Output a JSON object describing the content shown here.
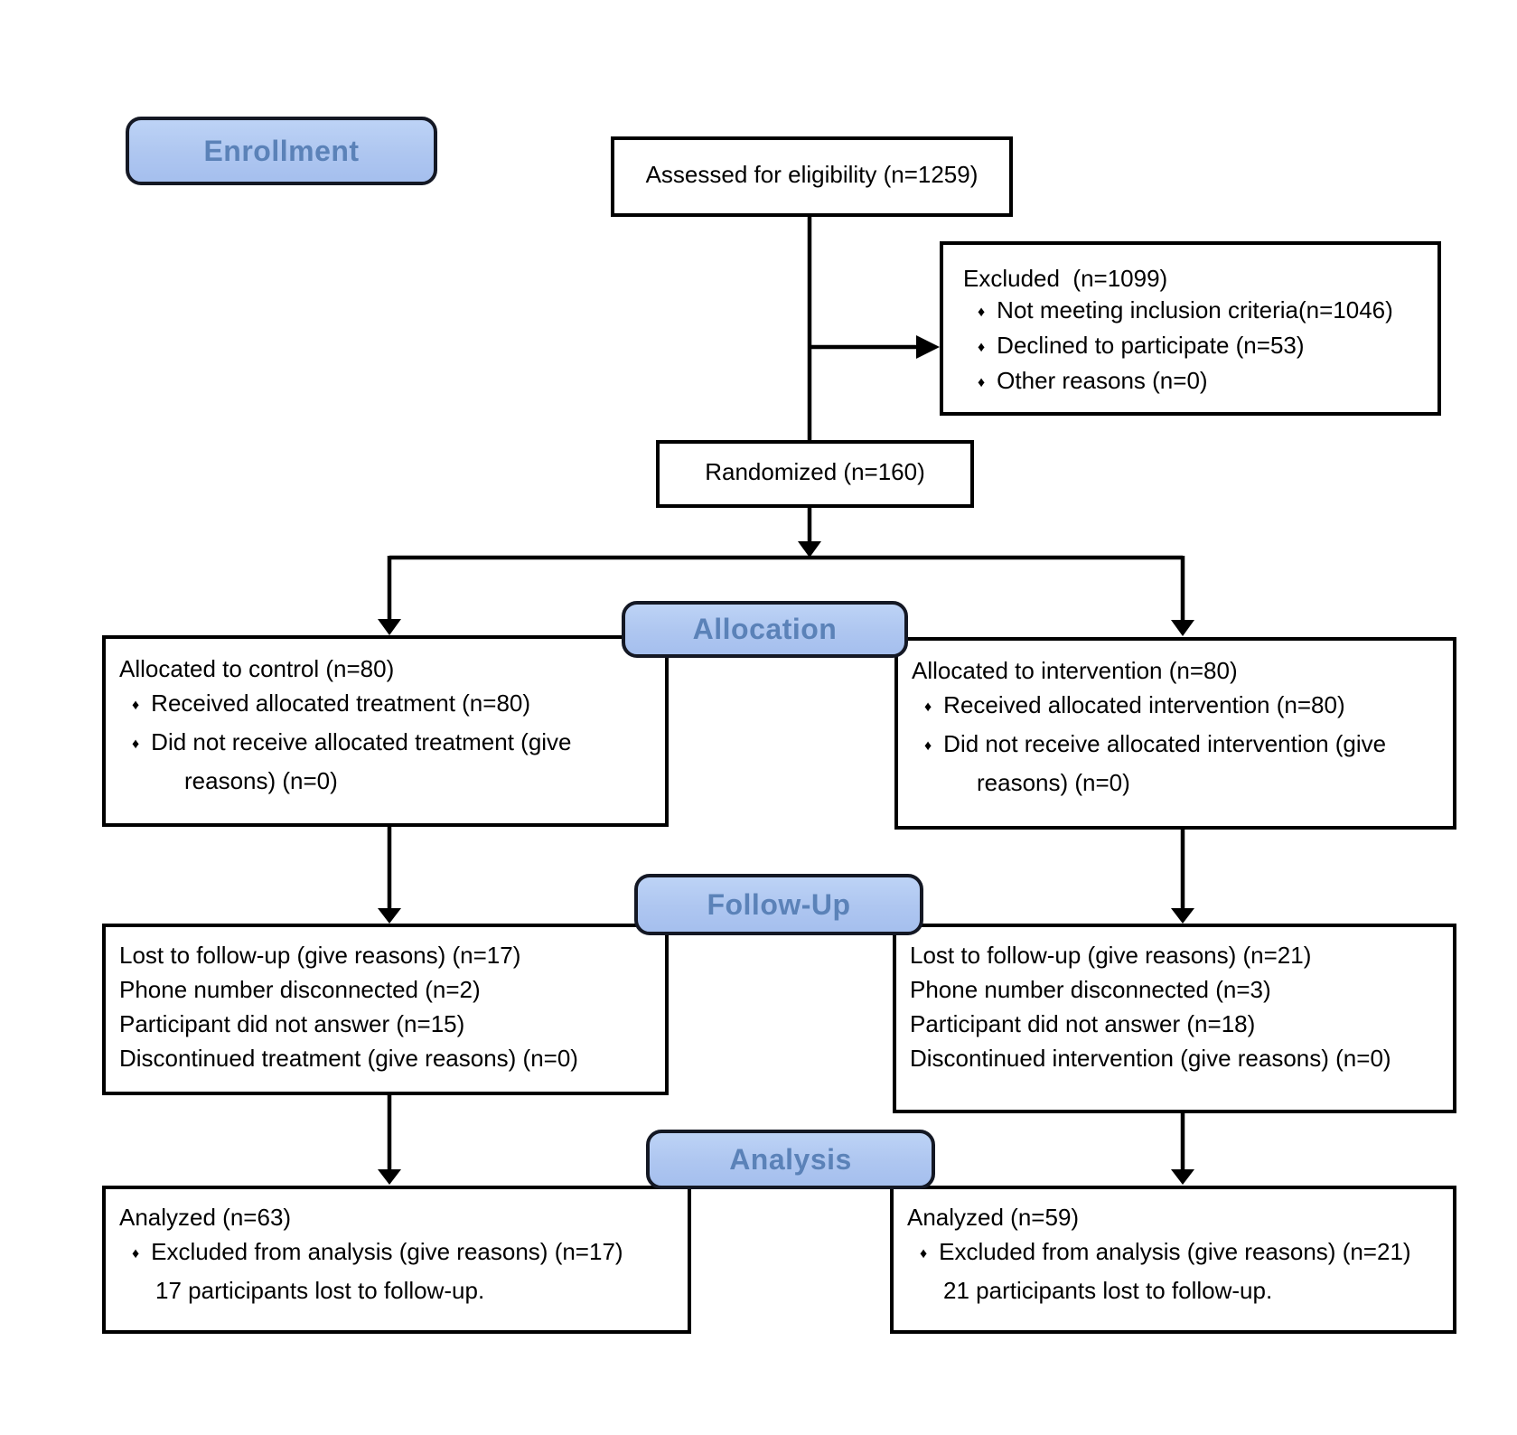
{
  "glyphs": {
    "bullet": "♦"
  },
  "colors": {
    "background": "#ffffff",
    "box_border": "#000000",
    "connector": "#000000",
    "stage_fill": "#aec6f0",
    "stage_border": "#141824",
    "stage_text": "#5b82b8"
  },
  "stages": {
    "enrollment": "Enrollment",
    "allocation": "Allocation",
    "followup": "Follow-Up",
    "analysis": "Analysis"
  },
  "boxes": {
    "assessed": {
      "text": "Assessed for eligibility (n=1259)"
    },
    "excluded": {
      "title": "Excluded  (n=1099)",
      "bullets": [
        "Not meeting inclusion criteria(n=1046)",
        "Declined to participate (n=53)",
        "Other reasons (n=0)"
      ]
    },
    "randomized": {
      "text": "Randomized (n=160)"
    },
    "allocation_control": {
      "title": "Allocated to control (n=80)",
      "bullets": [
        "Received allocated treatment (n=80)",
        "Did not receive allocated treatment (give reasons) (n=0)"
      ]
    },
    "allocation_intervention": {
      "title": "Allocated to intervention (n=80)",
      "bullets": [
        "Received allocated intervention (n=80)",
        "Did not receive allocated intervention (give reasons) (n=0)"
      ]
    },
    "followup_control": {
      "lines": [
        "Lost to follow-up (give reasons) (n=17)",
        "Phone number disconnected (n=2)",
        "Participant did not answer (n=15)",
        "Discontinued treatment (give reasons) (n=0)"
      ]
    },
    "followup_intervention": {
      "lines": [
        "Lost to follow-up (give reasons) (n=21)",
        "Phone number disconnected (n=3)",
        "Participant did not answer (n=18)",
        "Discontinued intervention (give reasons) (n=0)"
      ]
    },
    "analysis_control": {
      "title": "Analyzed (n=63)",
      "bullets": [
        "Excluded from analysis (give reasons) (n=17)"
      ],
      "note": "17 participants lost to follow-up."
    },
    "analysis_intervention": {
      "title": "Analyzed (n=59)",
      "bullets": [
        "Excluded from analysis (give reasons) (n=21)"
      ],
      "note": "21 participants lost to follow-up."
    }
  }
}
